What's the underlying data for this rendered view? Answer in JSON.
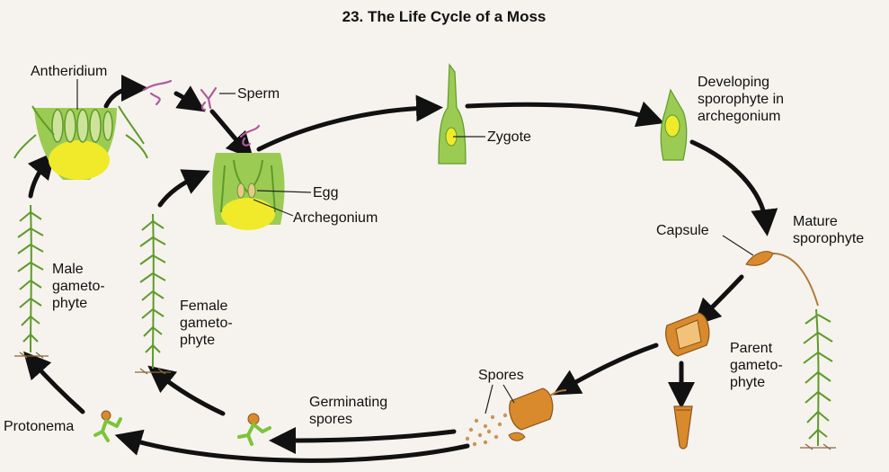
{
  "title": "23.  The Life Cycle of a Moss",
  "labels": {
    "antheridium": "Antheridium",
    "sperm": "Sperm",
    "egg": "Egg",
    "archegonium": "Archegonium",
    "zygote": "Zygote",
    "developing": [
      "Developing",
      "sporophyte in",
      "archegonium"
    ],
    "capsule": "Capsule",
    "mature": [
      "Mature",
      "sporophyte"
    ],
    "parent": [
      "Parent",
      "gameto-",
      "phyte"
    ],
    "male": [
      "Male",
      "gameto-",
      "phyte"
    ],
    "female": [
      "Female",
      "gameto-",
      "phyte"
    ],
    "spores": "Spores",
    "germinating": [
      "Germinating",
      "spores"
    ],
    "protonema": "Protonema"
  },
  "colors": {
    "plant_green": "#5e9a2a",
    "leaf_green": "#86bd3e",
    "yellow_base": "#f0ea2a",
    "capsule_orange": "#d98a2c",
    "sperm_pink": "#b05a9a"
  }
}
